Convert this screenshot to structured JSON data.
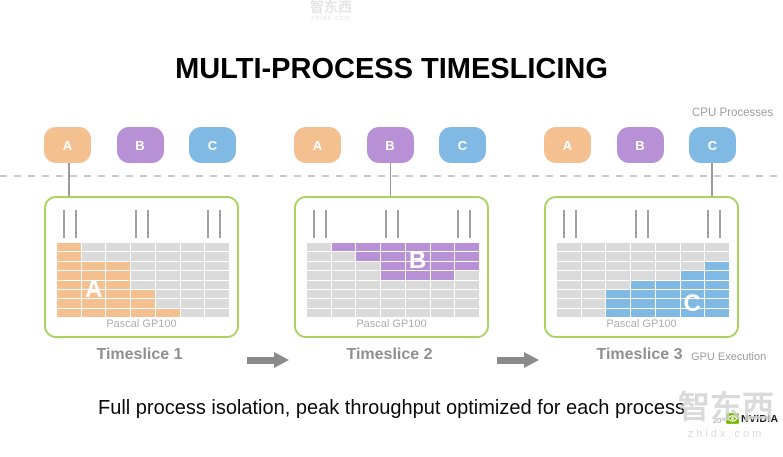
{
  "slide": {
    "title": "MULTI-PROCESS TIMESLICING",
    "caption": "Full process isolation, peak throughput optimized for each process",
    "cpu_processes_label": "CPU Processes",
    "gpu_execution_label": "GPU Execution",
    "page_number": "20",
    "brand": "NVIDIA"
  },
  "processes": [
    {
      "id": "A",
      "color": "#f4c08f"
    },
    {
      "id": "B",
      "color": "#b890d5"
    },
    {
      "id": "C",
      "color": "#80b9e3"
    }
  ],
  "colors": {
    "panel_border": "#a9d25f",
    "idle_cell": "#dadada",
    "flow_arrow": "#8a8a8a",
    "nvidia_green": "#76b900"
  },
  "grid": {
    "rows": 8,
    "cols": 7
  },
  "panels": [
    {
      "label": "Timeslice 1",
      "active_process": "A",
      "letter": "A",
      "letter_col": 2,
      "letter_row": 5.6,
      "chip_label": "Pascal GP100",
      "filled_rows": [
        [
          1
        ],
        [
          1
        ],
        [
          1,
          2,
          3
        ],
        [
          1,
          2,
          3
        ],
        [
          1,
          2,
          3
        ],
        [
          1,
          2,
          3,
          4
        ],
        [
          1,
          2,
          3,
          4
        ],
        [
          1,
          2,
          3,
          4,
          5
        ]
      ]
    },
    {
      "label": "Timeslice 2",
      "active_process": "B",
      "letter": "B",
      "letter_col": 5,
      "letter_row": 2.4,
      "chip_label": "Pascal GP100",
      "filled_rows": [
        [
          2,
          3,
          4,
          5,
          6,
          7
        ],
        [
          3,
          4,
          5,
          6,
          7
        ],
        [
          4,
          5,
          6,
          7
        ],
        [
          4,
          5,
          6
        ],
        [],
        [],
        [],
        []
      ]
    },
    {
      "label": "Timeslice 3",
      "active_process": "C",
      "letter": "C",
      "letter_col": 6,
      "letter_row": 7.1,
      "chip_label": "Pascal GP100",
      "filled_rows": [
        [],
        [],
        [
          7
        ],
        [
          6,
          7
        ],
        [
          4,
          5,
          6,
          7
        ],
        [
          3,
          4,
          5,
          6,
          7
        ],
        [
          3,
          4,
          5,
          6,
          7
        ],
        [
          3,
          4,
          5,
          6,
          7
        ]
      ]
    }
  ],
  "watermark": {
    "line1": "智东西",
    "line2": "zhidx.com"
  }
}
